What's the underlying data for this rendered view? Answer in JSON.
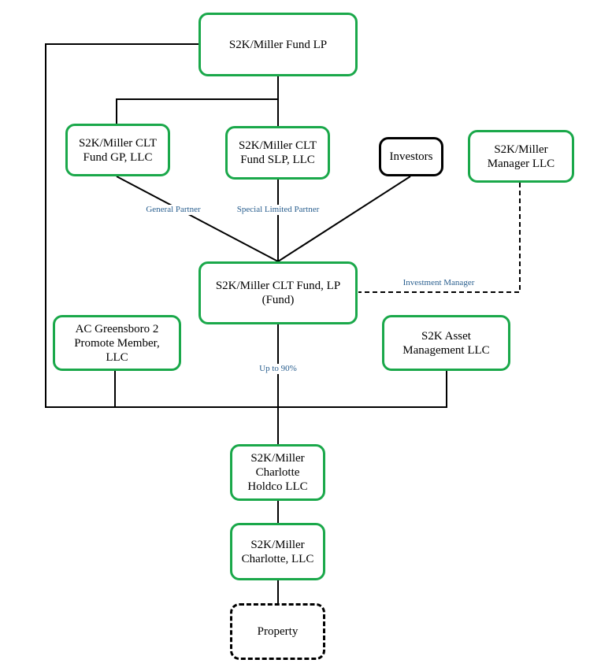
{
  "diagram": {
    "nodes": {
      "fund_lp": "S2K/Miller Fund LP",
      "clt_gp": "S2K/Miller CLT\nFund GP, LLC",
      "clt_slp": "S2K/Miller CLT\nFund SLP, LLC",
      "investors": "Investors",
      "manager": "S2K/Miller\nManager LLC",
      "clt_fund": "S2K/Miller CLT Fund, LP\n(Fund)",
      "greensboro": "AC Greensboro 2\nPromote Member,\nLLC",
      "asset_mgmt": "S2K Asset\nManagement LLC",
      "holdco": "S2K/Miller\nCharlotte\nHoldco LLC",
      "charlotte": "S2K/Miller\nCharlotte, LLC",
      "property": "Property"
    },
    "labels": {
      "general_partner": "General Partner",
      "special_limited_partner": "Special Limited Partner",
      "investment_manager": "Investment Manager",
      "up_to": "Up to 90%"
    },
    "colors": {
      "entity_border": "#1aa84a",
      "investor_border": "#000000",
      "label_text": "#2a5f8f"
    }
  }
}
